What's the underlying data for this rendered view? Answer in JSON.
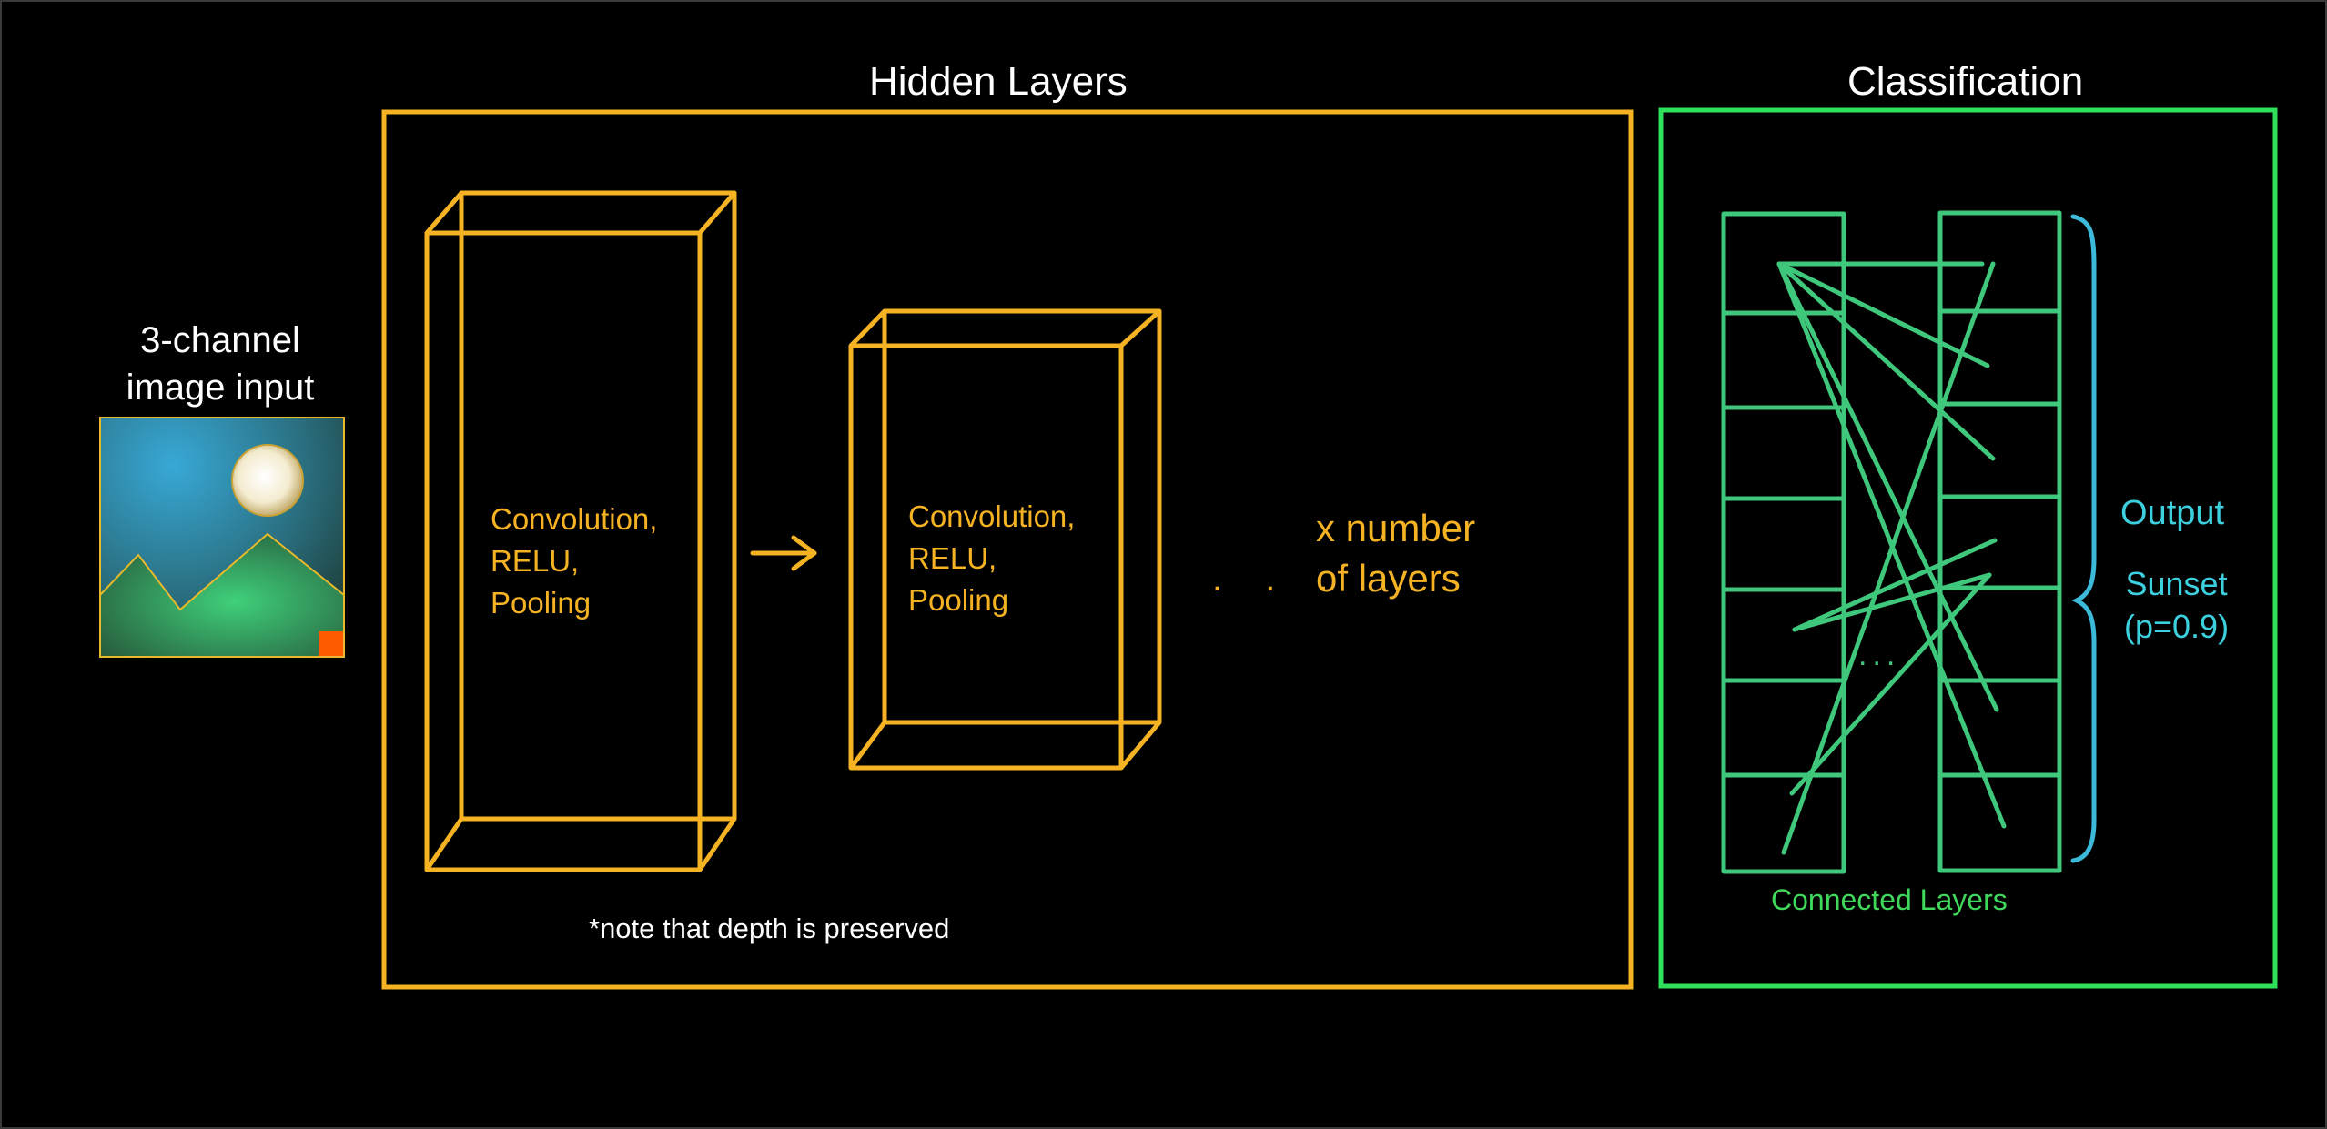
{
  "titles": {
    "hidden_layers": "Hidden Layers",
    "classification": "Classification"
  },
  "input": {
    "label_line1": "3-channel",
    "label_line2": "image input"
  },
  "hidden": {
    "block1": [
      "Convolution,",
      "RELU,",
      "Pooling"
    ],
    "block2": [
      "Convolution,",
      "RELU,",
      "Pooling"
    ],
    "ellipsis": ". . .",
    "repeat_line1": "x number",
    "repeat_line2": "of layers",
    "note": "*note that depth is preserved"
  },
  "classification": {
    "inner_ellipsis": "...",
    "connected_label": "Connected Layers",
    "output_label": "Output",
    "result_line1": "Sunset",
    "result_line2": "(p=0.9)"
  },
  "colors": {
    "hidden_frame": "#f5b323",
    "classification_frame": "#2fe05a",
    "network_lines": "#3fc77c",
    "output_text": "#3cd0df",
    "input_sun": "#f4ecd0",
    "input_hills": "#3fc86a",
    "input_corner": "#ff5a00"
  }
}
